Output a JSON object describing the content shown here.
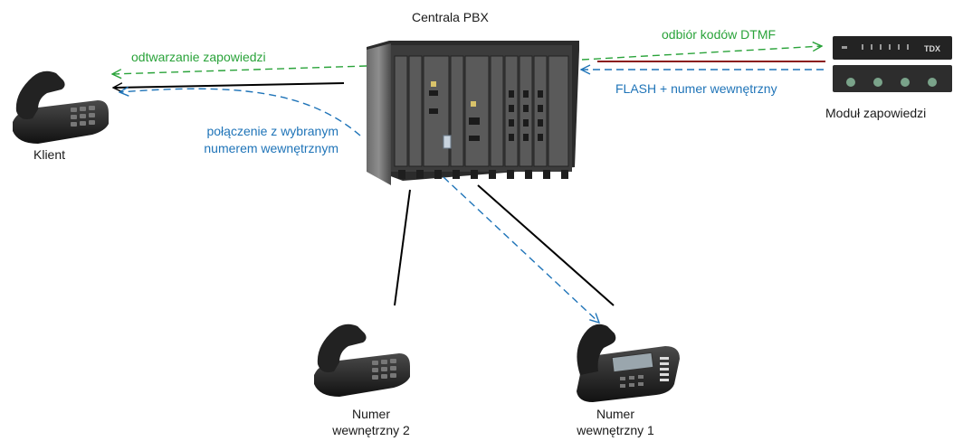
{
  "labels": {
    "pbx_title": "Centrala PBX",
    "client": "Klient",
    "module": "Moduł zapowiedzi",
    "ext2_line1": "Numer",
    "ext2_line2": "wewnętrzny 2",
    "ext1_line1": "Numer",
    "ext1_line2": "wewnętrzny 1",
    "playback": "odtwarzanie zapowiedzi",
    "connection_line1": "połączenie z wybranym",
    "connection_line2": "numerem wewnętrznym",
    "dtmf": "odbiór kodów DTMF",
    "flash": "FLASH + numer wewnętrzny"
  },
  "device_marks": {
    "module_logo": "TDX"
  },
  "colors": {
    "green_flow": "#2aa33a",
    "blue_flow": "#1f74b8",
    "red_line": "#8b1a1a",
    "line": "#000000"
  },
  "icons": [
    "pbx-chassis-icon",
    "desk-phone-icon",
    "ip-phone-icon",
    "announcement-module-icon"
  ]
}
